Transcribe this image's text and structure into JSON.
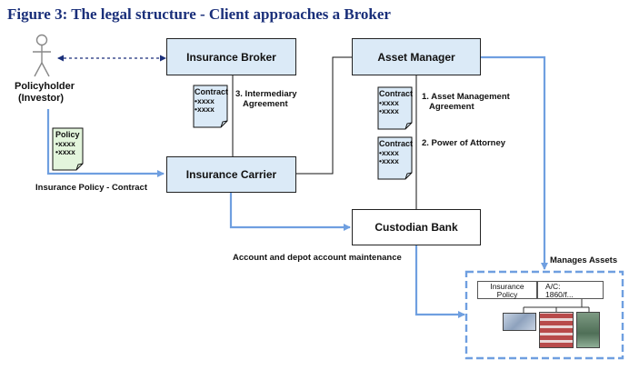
{
  "title": "Figure 3: The legal structure - Client approaches a Broker",
  "actor": {
    "name_line1": "Policyholder",
    "name_line2": "(Investor)"
  },
  "boxes": {
    "broker": "Insurance Broker",
    "asset_manager": "Asset Manager",
    "carrier": "Insurance Carrier",
    "custodian": "Custodian Bank"
  },
  "docs": {
    "policy": {
      "title": "Policy",
      "line1": "•xxxx",
      "line2": "•xxxx"
    },
    "contract1": {
      "title": "Contract",
      "line1": "•xxxx",
      "line2": "•xxxx"
    },
    "contract2": {
      "title": "Contract",
      "line1": "•xxxx",
      "line2": "•xxxx"
    },
    "contract3": {
      "title": "Contract",
      "line1": "•xxxx",
      "line2": "•xxxx"
    }
  },
  "labels": {
    "intermediary_line1": "3. Intermediary",
    "intermediary_line2": "Agreement",
    "asset_mgmt_line1": "1. Asset Management",
    "asset_mgmt_line2": "Agreement",
    "power_of_attorney": "2. Power of Attorney",
    "insurance_policy_contract": "Insurance Policy - Contract",
    "account_maintenance": "Account and depot account maintenance",
    "manages_assets": "Manages Assets"
  },
  "account_panel": {
    "insurance_policy_line1": "Insurance",
    "insurance_policy_line2": "Policy",
    "account_line1": "A/C:",
    "account_line2": "1860/f..."
  },
  "colors": {
    "title": "#1a2f7a",
    "box_fill": "#dbeaf7",
    "arrow": "#6f9fe0",
    "policy_fill": "#e3f5dc"
  }
}
